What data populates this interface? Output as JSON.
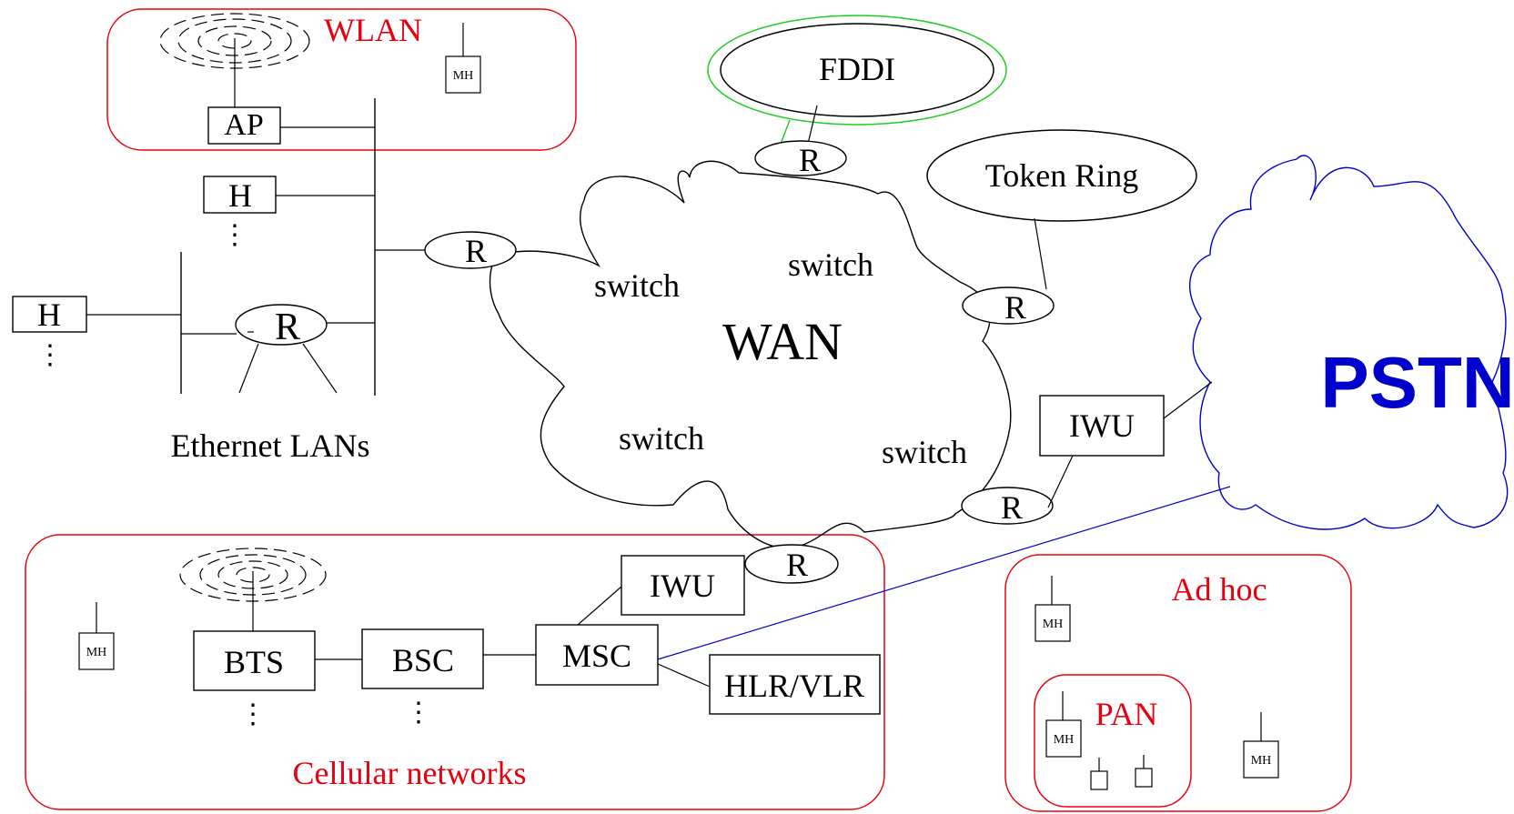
{
  "colors": {
    "line": "#000000",
    "group_border": "#e8000e",
    "group_label": "#e8000e",
    "pstn": "#0000cc",
    "fddi_ring": "#22cc22"
  },
  "groups": {
    "wlan": "WLAN",
    "cellular": "Cellular networks",
    "adhoc": "Ad hoc",
    "pan": "PAN"
  },
  "labels": {
    "ethernet_lans": "Ethernet LANs",
    "wan": "WAN",
    "pstn": "PSTN",
    "fddi": "FDDI",
    "token_ring": "Token Ring",
    "switch": "switch",
    "dots": "⋮"
  },
  "nodes": {
    "ap": "AP",
    "host": "H",
    "router": "R",
    "iwu": "IWU",
    "bts": "BTS",
    "bsc": "BSC",
    "msc": "MSC",
    "hlr_vlr": "HLR/VLR",
    "mobile_host": "MH"
  },
  "icons": {
    "antenna": "antenna-waves-icon",
    "mobile_host": "mobile-host-icon",
    "cloud": "cloud-icon"
  }
}
